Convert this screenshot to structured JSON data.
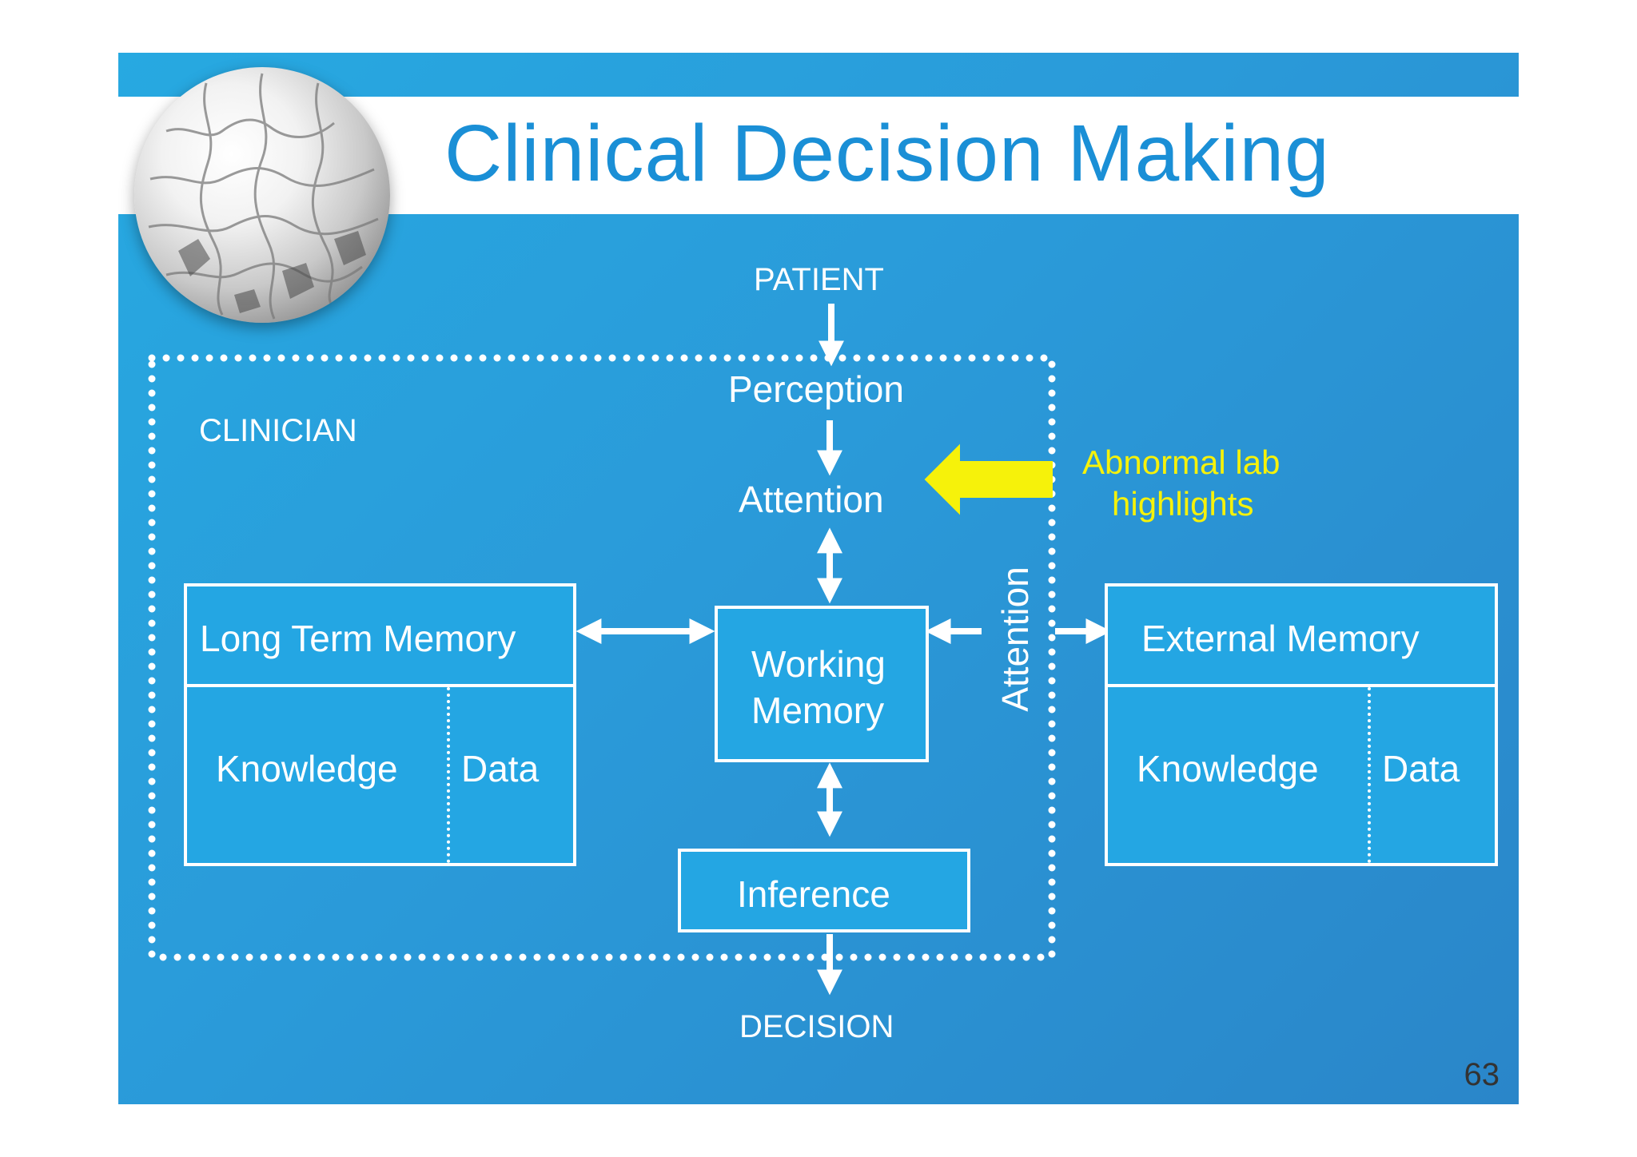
{
  "slide": {
    "title": "Clinical Decision Making",
    "page_number": "63"
  },
  "diagram": {
    "patient": "PATIENT",
    "clinician": "CLINICIAN",
    "perception": "Perception",
    "attention_top": "Attention",
    "attention_side": "Attention",
    "working_memory_line1": "Working",
    "working_memory_line2": "Memory",
    "inference": "Inference",
    "decision": "DECISION",
    "long_term_memory": {
      "title": "Long Term Memory",
      "knowledge": "Knowledge",
      "data": "Data"
    },
    "external_memory": {
      "title": "External Memory",
      "knowledge": "Knowledge",
      "data": "Data"
    },
    "callout_line1": "Abnormal lab",
    "callout_line2": "highlights",
    "callout_color": "#f6f20a"
  }
}
